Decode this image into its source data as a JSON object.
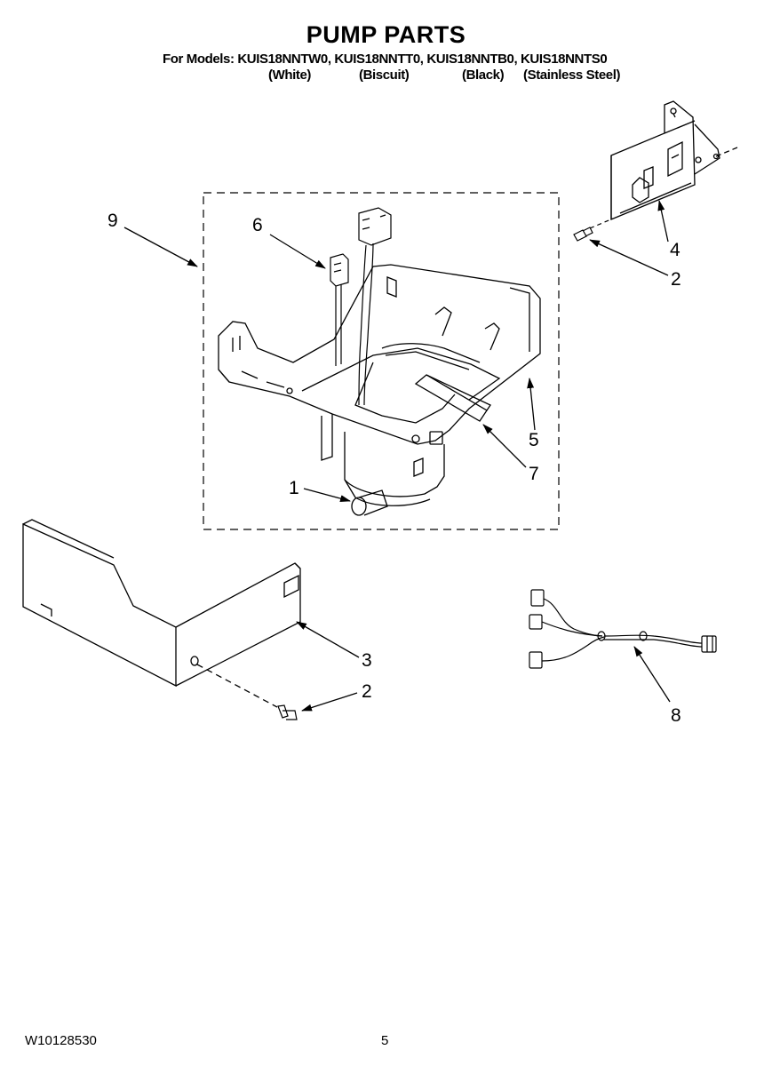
{
  "header": {
    "title": "PUMP PARTS",
    "models_line": "For Models: KUIS18NNTW0, KUIS18NNTT0, KUIS18NNTB0, KUIS18NNTS0",
    "variants": [
      "(White)",
      "(Biscuit)",
      "(Black)",
      "(Stainless Steel)"
    ]
  },
  "callouts": {
    "pump": "1",
    "screw_upper": "2",
    "screw_lower": "2",
    "cover": "3",
    "bracket": "4",
    "tray": "5",
    "pump_harness": "6",
    "strap": "7",
    "wire_harness": "8",
    "assembly": "9"
  },
  "footer": {
    "doc_number": "W10128530",
    "page_number": "5"
  },
  "colors": {
    "line": "#000000",
    "background": "#ffffff"
  }
}
